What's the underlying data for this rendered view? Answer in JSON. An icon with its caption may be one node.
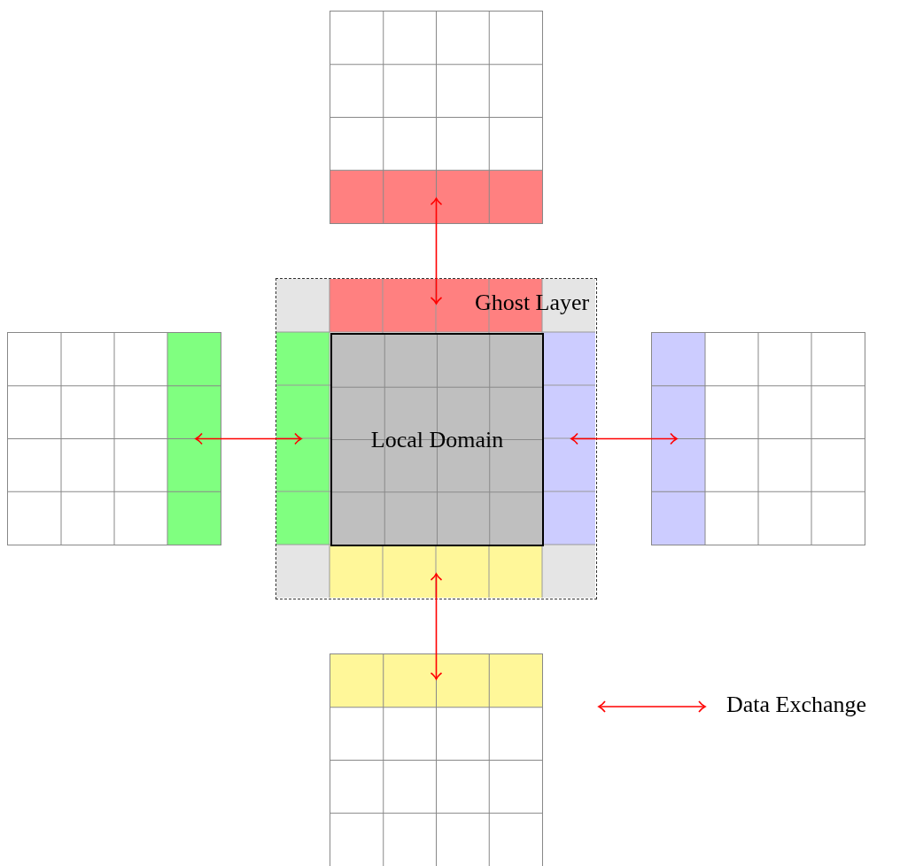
{
  "diagram": {
    "nodes": [
      {
        "text": [
          "Ghost Layer"
        ]
      },
      {
        "text": [
          "Local Domain"
        ],
        "in": 0
      },
      {
        "text": [],
        "shape": "box"
      },
      {
        "text": [],
        "shape": "box"
      },
      {
        "text": [],
        "shape": "box"
      },
      {
        "text": [],
        "shape": "box"
      }
    ],
    "edges": [
      {
        "from": 2,
        "to": 0,
        "arrow": "both"
      },
      {
        "from": 3,
        "to": 0,
        "arrow": "both"
      },
      {
        "from": 4,
        "to": 0,
        "arrow": "both"
      },
      {
        "from": 5,
        "to": 0,
        "arrow": "both"
      }
    ],
    "legend": [
      {
        "text": "Data Exchange"
      }
    ]
  }
}
